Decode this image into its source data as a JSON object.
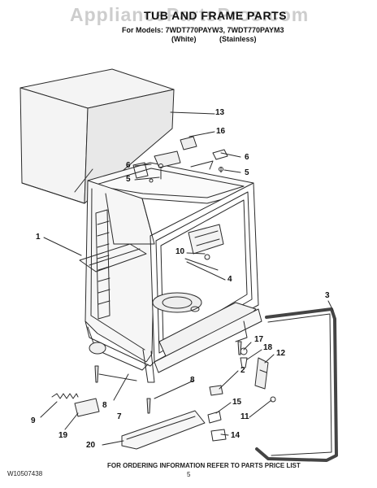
{
  "watermark": "AppliancePartsPros.com",
  "header": {
    "title": "TUB AND FRAME PARTS",
    "models_line": "For Models: 7WDT770PAYW3, 7WDT770PAYM3",
    "variant_white": "(White)",
    "variant_stainless": "(Stainless)"
  },
  "callouts": [
    "13",
    "16",
    "6",
    "5",
    "6",
    "5",
    "1",
    "10",
    "4",
    "3",
    "17",
    "18",
    "12",
    "2",
    "8",
    "8",
    "15",
    "11",
    "14",
    "9",
    "7",
    "19",
    "20"
  ],
  "footer": {
    "doc_number": "W10507438",
    "ordering_note": "FOR ORDERING INFORMATION REFER TO PARTS PRICE LIST",
    "page_number": "5"
  },
  "colors": {
    "line": "#2b2b2b",
    "panel_fill": "#f4f4f4",
    "shadow": "#cfcfcf"
  }
}
